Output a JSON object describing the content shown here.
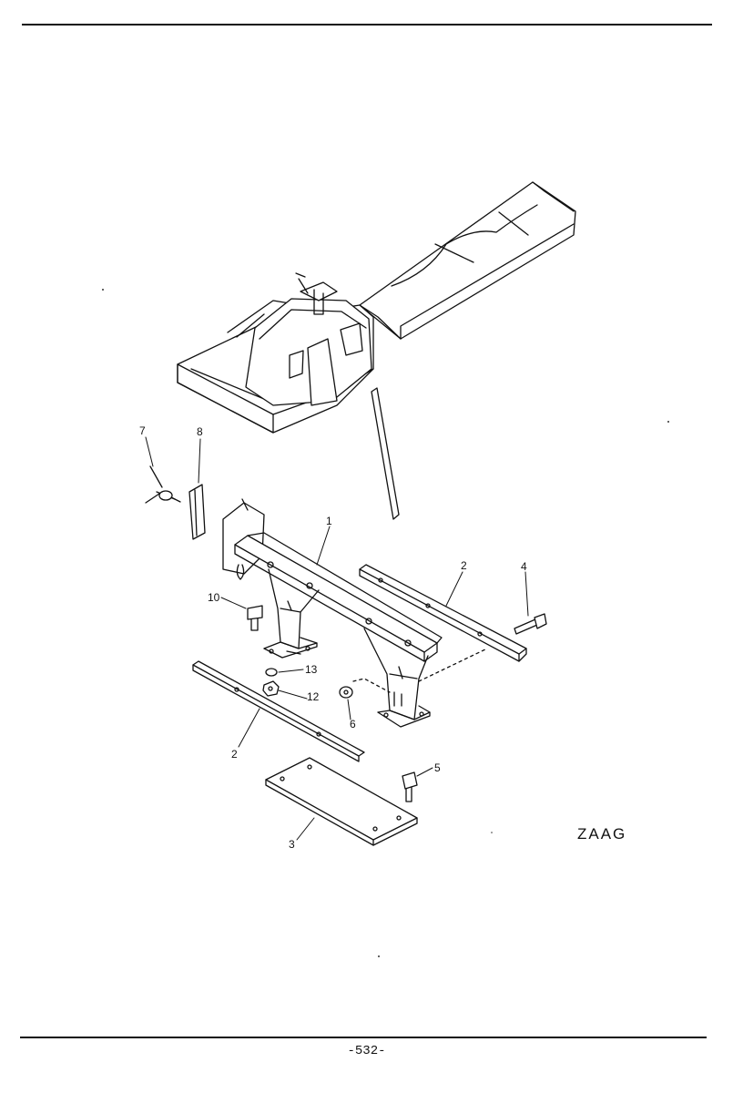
{
  "page": {
    "drawing_code": "ZAAG",
    "page_number": "-532-"
  },
  "callouts": {
    "c1": "1",
    "c2a": "2",
    "c2b": "2",
    "c3": "3",
    "c4": "4",
    "c5": "5",
    "c6": "6",
    "c7": "7",
    "c8": "8",
    "c10": "10",
    "c12": "12",
    "c13": "13"
  }
}
